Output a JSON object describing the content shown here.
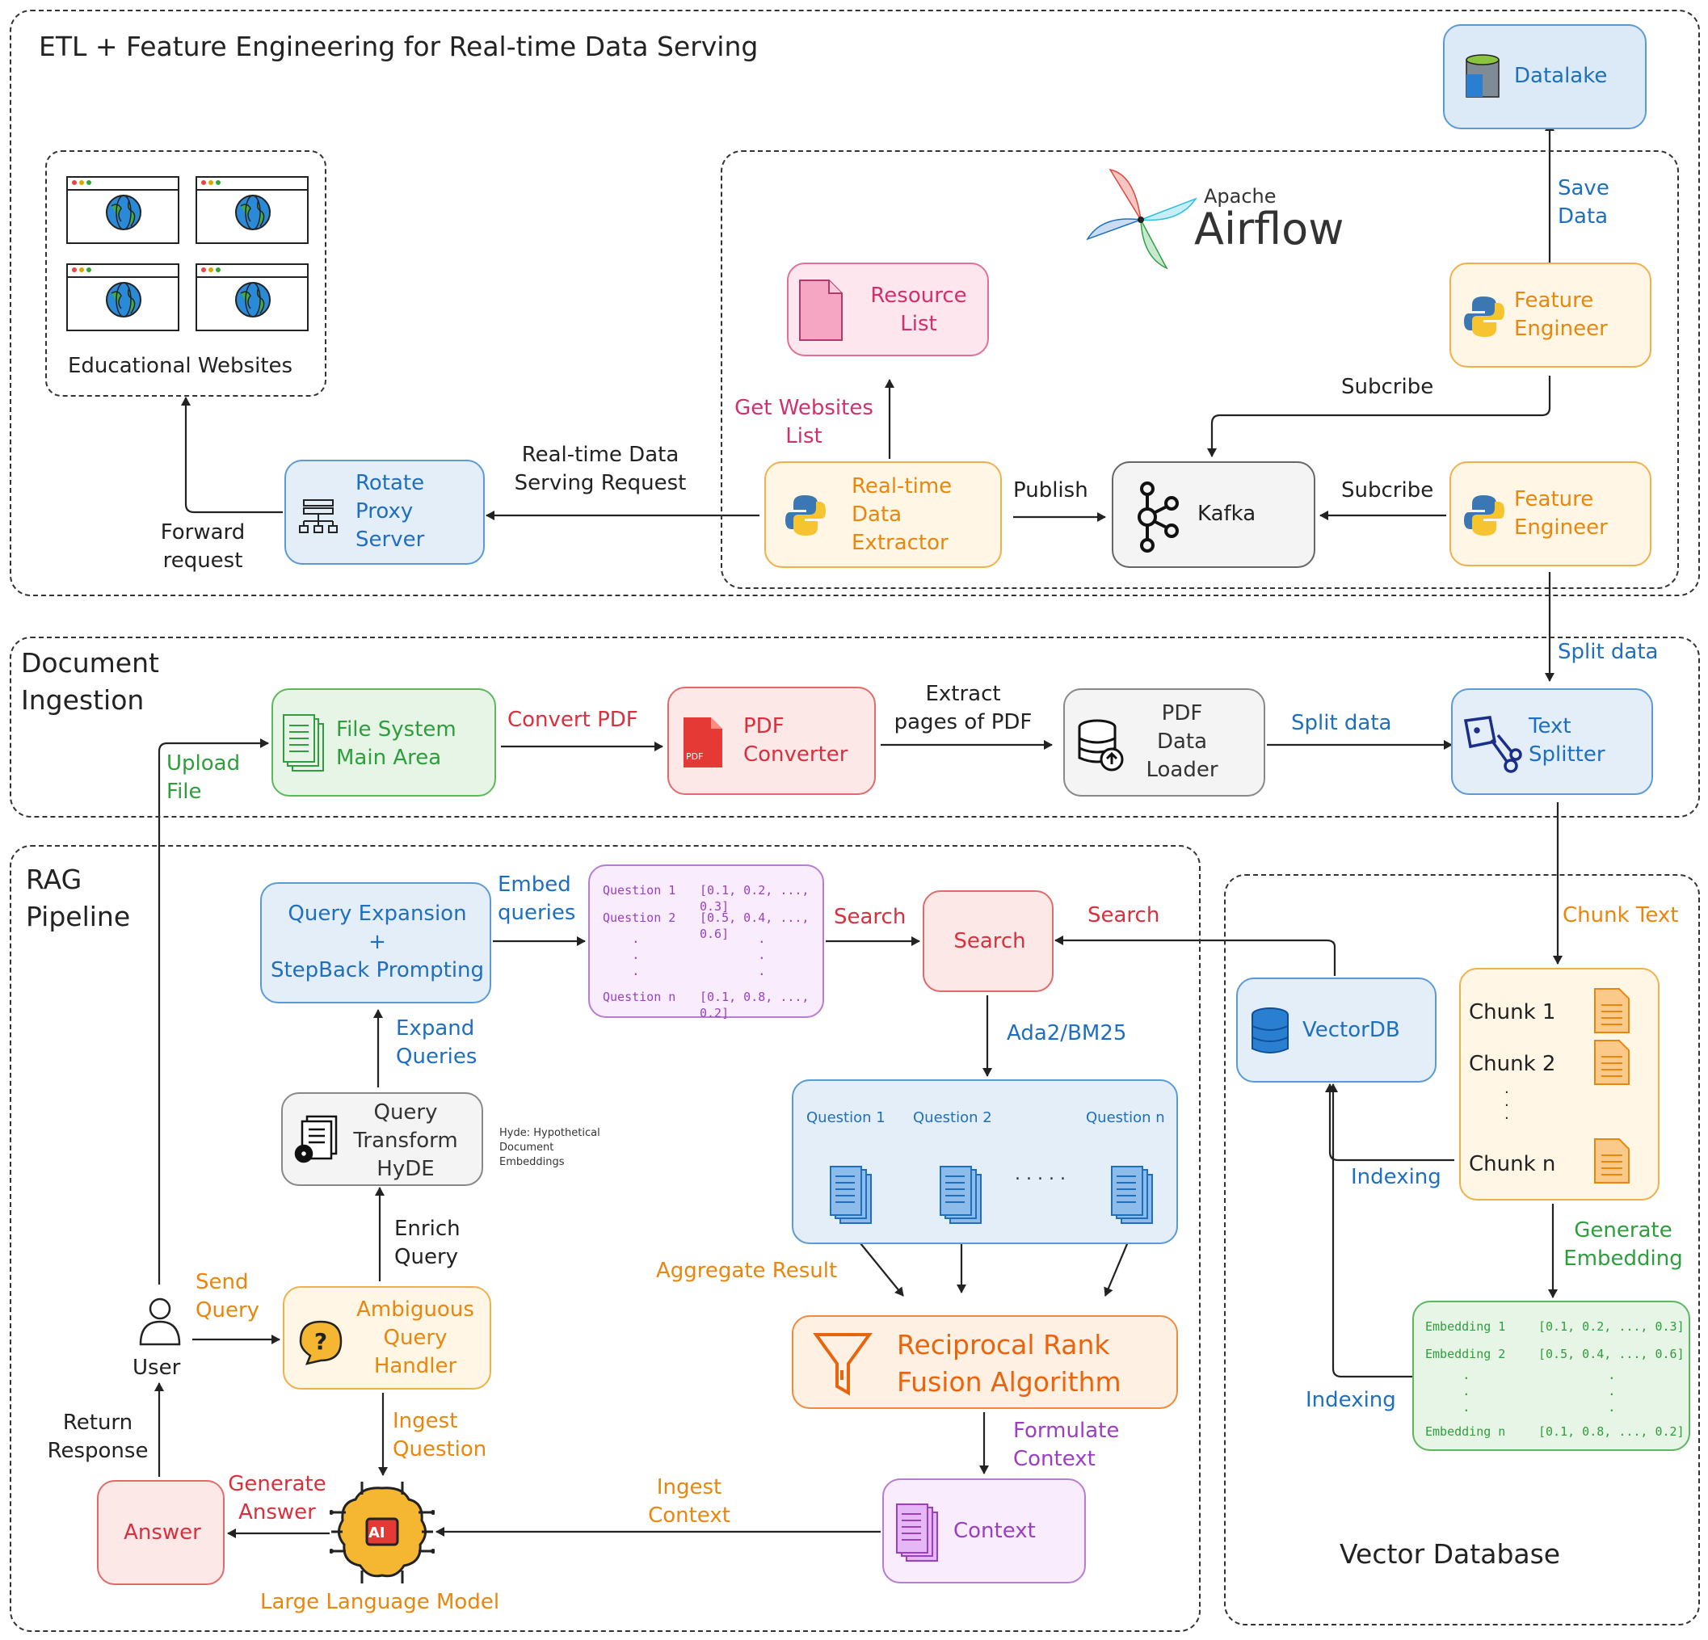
{
  "colors": {
    "blue": "#1f6fbf",
    "orange": "#e8870d",
    "red": "#d9303e",
    "green": "#2e9e3c",
    "purple": "#9b3fc2",
    "pink": "#d0306e",
    "dark": "#222222"
  },
  "groups": {
    "etl_title": "ETL + Feature Engineering for Real-time Data Serving",
    "doc_title": "Document\nIngestion",
    "rag_title": "RAG\nPipeline",
    "vec_title": "Vector Database"
  },
  "websites": {
    "caption": "Educational Websites",
    "icon": "globe-icon"
  },
  "logos": {
    "airflow_apache": "Apache",
    "airflow_name": "Airflow"
  },
  "nodes": {
    "datalake": "Datalake",
    "resource_list": "Resource\nList",
    "feature_engineer_top": "Feature\nEngineer",
    "feature_engineer_bottom": "Feature\nEngineer",
    "rotate_proxy": "Rotate\nProxy\nServer",
    "extractor": "Real-time\nData\nExtractor",
    "kafka": "Kafka",
    "file_system": "File System\nMain Area",
    "pdf_converter": "PDF\nConverter",
    "pdf_loader": "PDF\nData\nLoader",
    "text_splitter": "Text\nSplitter",
    "query_expansion": "Query Expansion\n+\nStepBack Prompting",
    "search": "Search",
    "query_transform": "Query\nTransform\nHyDE",
    "hyde_note": "Hyde: Hypothetical\nDocument\nEmbeddings",
    "ambiguous_handler": "Ambiguous\nQuery\nHandler",
    "user": "User",
    "answer": "Answer",
    "llm": "Large Language Model",
    "llm_badge": "AI",
    "rrf": "Reciprocal Rank\nFusion Algorithm",
    "context": "Context",
    "vectordb": "VectorDB",
    "pdf_badge": "PDF"
  },
  "question_embeddings": [
    {
      "label": "Question 1",
      "value": "[0.1, 0.2, ..., 0.3]"
    },
    {
      "label": "Question 2",
      "value": "[0.5, 0.4, ..., 0.6]"
    },
    {
      "label": "Question n",
      "value": "[0.1, 0.8, ..., 0.2]"
    }
  ],
  "question_results": [
    "Question 1",
    "Question 2",
    "Question n"
  ],
  "results_ellipsis": ". . . . .",
  "chunks": [
    "Chunk 1",
    "Chunk 2",
    "Chunk n"
  ],
  "embeddings": [
    {
      "label": "Embedding 1",
      "value": "[0.1, 0.2, ..., 0.3]"
    },
    {
      "label": "Embedding 2",
      "value": "[0.5, 0.4, ..., 0.6]"
    },
    {
      "label": "Embedding n",
      "value": "[0.1, 0.8, ..., 0.2]"
    }
  ],
  "vertical_dots": ".\n.\n.",
  "edge_labels": {
    "save_data": "Save\nData",
    "subcribe_top": "Subcribe",
    "subcribe_bottom": "Subcribe",
    "get_websites": "Get Websites\nList",
    "publish": "Publish",
    "serving_request": "Real-time Data\nServing Request",
    "forward_request": "Forward\nrequest",
    "split_data_top": "Split data",
    "convert_pdf": "Convert PDF",
    "extract_pages": "Extract\npages of PDF",
    "split_data": "Split data",
    "upload_file": "Upload\nFile",
    "chunk_text": "Chunk Text",
    "embed_queries": "Embed\nqueries",
    "search_left": "Search",
    "search_right": "Search",
    "ada_bm25": "Ada2/BM25",
    "expand_queries": "Expand\nQueries",
    "indexing_top": "Indexing",
    "indexing_bottom": "Indexing",
    "generate_embedding": "Generate\nEmbedding",
    "enrich_query": "Enrich\nQuery",
    "send_query": "Send\nQuery",
    "aggregate_result": "Aggregate Result",
    "formulate_context": "Formulate\nContext",
    "ingest_question": "Ingest\nQuestion",
    "return_response": "Return\nResponse",
    "generate_answer": "Generate\nAnswer",
    "ingest_context": "Ingest\nContext"
  }
}
